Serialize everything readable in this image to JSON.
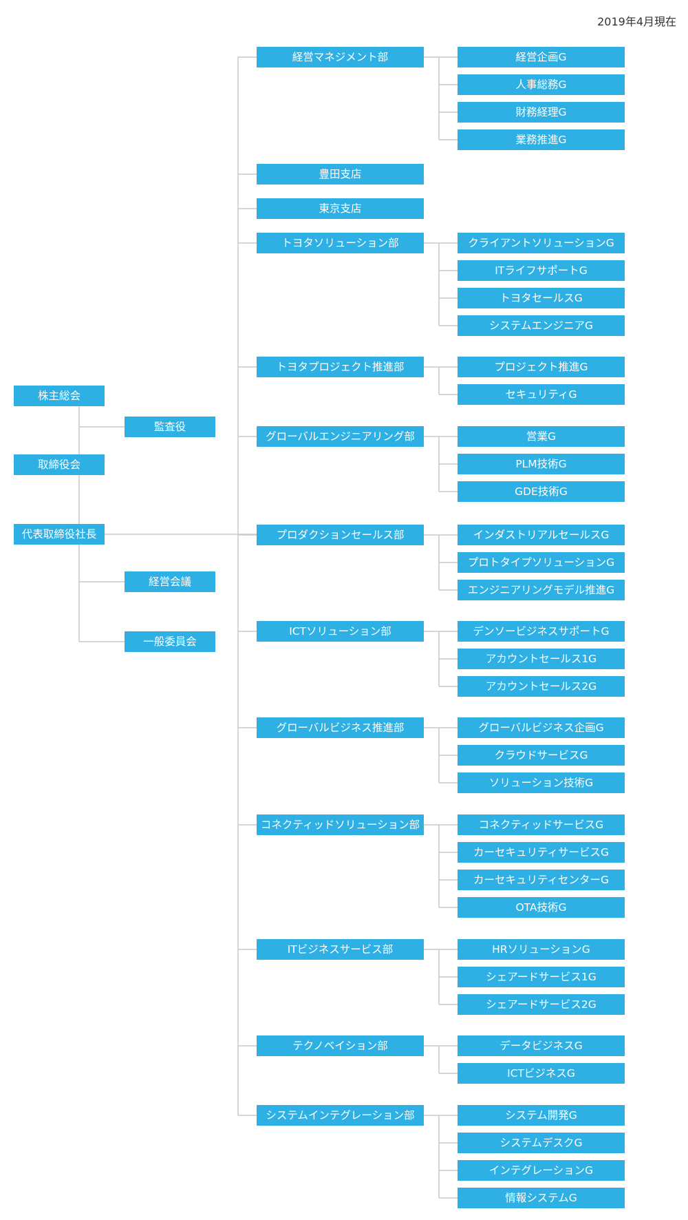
{
  "as_of": "2019年4月現在",
  "colors": {
    "box_fill": "#2eb0e4",
    "box_text": "#ffffff",
    "connector": "#c9c9c9"
  },
  "governance": {
    "shareholders": "株主総会",
    "auditor": "監査役",
    "board": "取締役会",
    "president": "代表取締役社長",
    "management_meeting": "経営会議",
    "general_committee": "一般委員会"
  },
  "departments": [
    {
      "name": "経営マネジメント部",
      "groups": [
        "経営企画G",
        "人事総務G",
        "財務経理G",
        "業務推進G"
      ]
    },
    {
      "name": "豊田支店",
      "groups": []
    },
    {
      "name": "東京支店",
      "groups": []
    },
    {
      "name": "トヨタソリューション部",
      "groups": [
        "クライアントソリューションG",
        "ITライフサポートG",
        "トヨタセールスG",
        "システムエンジニアG"
      ]
    },
    {
      "name": "トヨタプロジェクト推進部",
      "groups": [
        "プロジェクト推進G",
        "セキュリティG"
      ]
    },
    {
      "name": "グローバルエンジニアリング部",
      "groups": [
        "営業G",
        "PLM技術G",
        "GDE技術G"
      ]
    },
    {
      "name": "プロダクションセールス部",
      "groups": [
        "インダストリアルセールスG",
        "プロトタイプソリューションG",
        "エンジニアリングモデル推進G"
      ]
    },
    {
      "name": "ICTソリューション部",
      "groups": [
        "デンソービジネスサポートG",
        "アカウントセールス1G",
        "アカウントセールス2G"
      ]
    },
    {
      "name": "グローバルビジネス推進部",
      "groups": [
        "グローバルビジネス企画G",
        "クラウドサービスG",
        "ソリューション技術G"
      ]
    },
    {
      "name": "コネクティッドソリューション部",
      "groups": [
        "コネクティッドサービスG",
        "カーセキュリティサービスG",
        "カーセキュリティセンターG",
        "OTA技術G"
      ]
    },
    {
      "name": "ITビジネスサービス部",
      "groups": [
        "HRソリューションG",
        "シェアードサービス1G",
        "シェアードサービス2G"
      ]
    },
    {
      "name": "テクノベイション部",
      "groups": [
        "データビジネスG",
        "ICTビジネスG"
      ]
    },
    {
      "name": "システムインテグレーション部",
      "groups": [
        "システム開発G",
        "システムデスクG",
        "インテグレーションG",
        "情報システムG"
      ]
    }
  ]
}
